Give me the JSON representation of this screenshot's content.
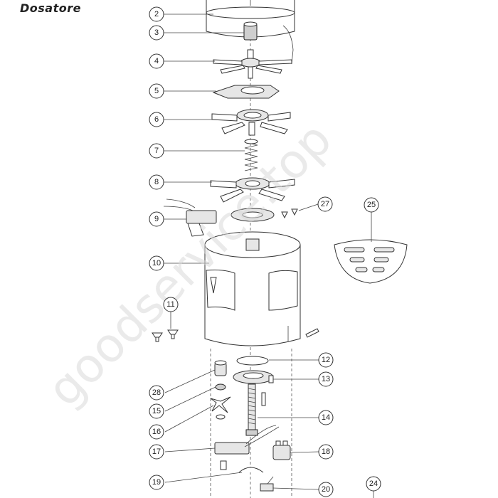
{
  "title": "Dosatore",
  "watermark": "goodservice.top",
  "callouts": [
    "2",
    "3",
    "4",
    "5",
    "6",
    "7",
    "8",
    "9",
    "10",
    "11",
    "12",
    "13",
    "14",
    "15",
    "16",
    "17",
    "18",
    "19",
    "20",
    "24",
    "25",
    "27",
    "28"
  ]
}
